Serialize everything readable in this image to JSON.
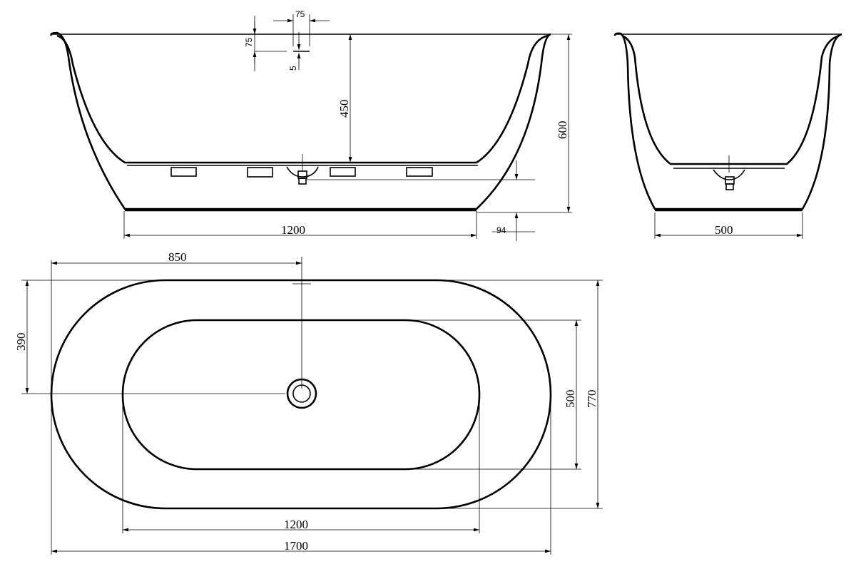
{
  "drawing": {
    "front_view": {
      "overflow_width": "75",
      "overflow_height": "75",
      "overflow_offset": "5",
      "inner_depth": "450",
      "total_height": "600",
      "base_length": "1200",
      "drain_height": "94"
    },
    "side_view": {
      "base_width": "500"
    },
    "plan_view": {
      "drain_x": "850",
      "drain_y": "390",
      "inner_width": "500",
      "total_width": "770",
      "inner_length": "1200",
      "total_length": "1700"
    },
    "line_color": "#000000",
    "background": "#ffffff"
  }
}
